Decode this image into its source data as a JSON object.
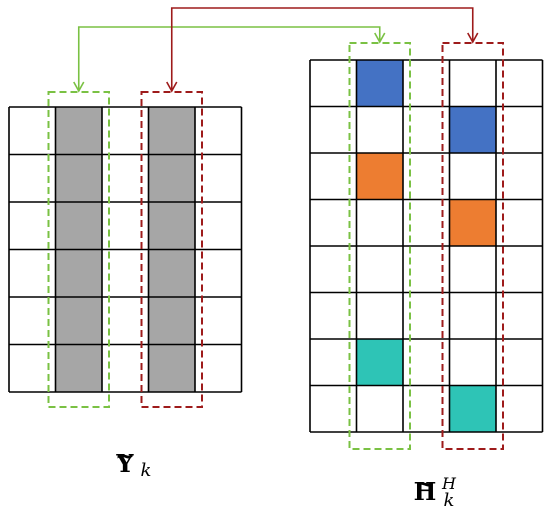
{
  "colors": {
    "grid_stroke": "#000000",
    "left_shaded": "#a6a6a6",
    "blue": "#4472c4",
    "orange": "#ed7d31",
    "teal": "#2ec4b6",
    "green_dashed": "#7ac143",
    "red_dashed": "#9e1b1b"
  },
  "left_matrix": {
    "label_main": "Y",
    "label_tilde": "~",
    "label_sub": "k",
    "rows": 6,
    "cols": 5,
    "shaded_columns": [
      1,
      3
    ]
  },
  "right_matrix": {
    "label_main": "H",
    "label_tilde": "~",
    "label_sub": "k",
    "label_sup": "H",
    "rows": 8,
    "cols": 5,
    "colored_cells": [
      {
        "row": 0,
        "col": 1,
        "color": "blue"
      },
      {
        "row": 1,
        "col": 3,
        "color": "blue"
      },
      {
        "row": 2,
        "col": 1,
        "color": "orange"
      },
      {
        "row": 3,
        "col": 3,
        "color": "orange"
      },
      {
        "row": 6,
        "col": 1,
        "color": "teal"
      },
      {
        "row": 7,
        "col": 3,
        "color": "teal"
      }
    ]
  },
  "connectors": [
    {
      "from": "right-col-1",
      "to": "left-col-1",
      "color": "green_dashed"
    },
    {
      "from": "right-col-3",
      "to": "left-col-3",
      "color": "red_dashed"
    }
  ]
}
